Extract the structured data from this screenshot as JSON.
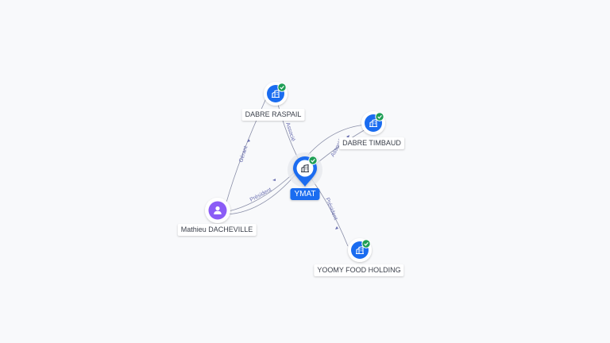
{
  "colors": {
    "edge": "#8a8fa8",
    "edge_label": "#6a6fb0",
    "company": "#1a6cf0",
    "person": "#8b5cf6",
    "verified": "#1e9e55",
    "label_focus_bg": "#1a6cf0"
  },
  "nodes": {
    "ymat": {
      "label": "YMAT",
      "icon": "building-icon",
      "verified": true
    },
    "dabre_raspail": {
      "label": "DABRE RASPAIL",
      "icon": "building-icon",
      "verified": true
    },
    "dabre_timbaud": {
      "label": "DABRE TIMBAUD",
      "icon": "building-icon",
      "verified": true
    },
    "yoomy": {
      "label": "YOOMY FOOD HOLDING",
      "icon": "building-icon",
      "verified": true
    },
    "mathieu": {
      "label": "Mathieu DACHEVILLE",
      "icon": "person-icon",
      "verified": false
    }
  },
  "edges": {
    "raspail_ymat": "Associé",
    "ymat_timbaud": "Associé",
    "ymat_yoomy": "Président",
    "mathieu_raspail": "Gérant",
    "mathieu_ymat": "Président"
  }
}
